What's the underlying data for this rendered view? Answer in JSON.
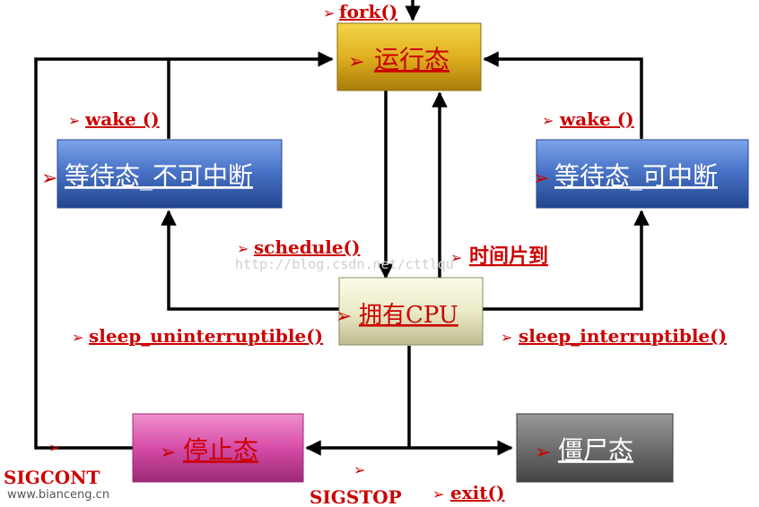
{
  "states": {
    "running": "运行态",
    "wait_uninterruptible": "等待态_不可中断",
    "wait_interruptible": "等待态_可中断",
    "cpu": "拥有CPU",
    "stopped": "停止态",
    "zombie": "僵尸态"
  },
  "labels": {
    "fork": "fork()",
    "wake_left": "wake ()",
    "wake_right": "wake ()",
    "schedule": "schedule()",
    "timeslice": "时间片到",
    "sleep_uninterruptible": "sleep_uninterruptible()",
    "sleep_interruptible": "sleep_interruptible()",
    "sigcont": "SIGCONT",
    "sigstop": "SIGSTOP",
    "exit": "exit()"
  },
  "bullet": "➢",
  "watermark": "http://blog.csdn.net/cttlqu",
  "site": "www.bianceng.cn",
  "colors": {
    "running": "#e0b020",
    "wait": "#4a74c8",
    "cpu": "#ecebc8",
    "stopped": "#d64ca8",
    "zombie": "#6e6e6e",
    "label": "#cc0000"
  }
}
